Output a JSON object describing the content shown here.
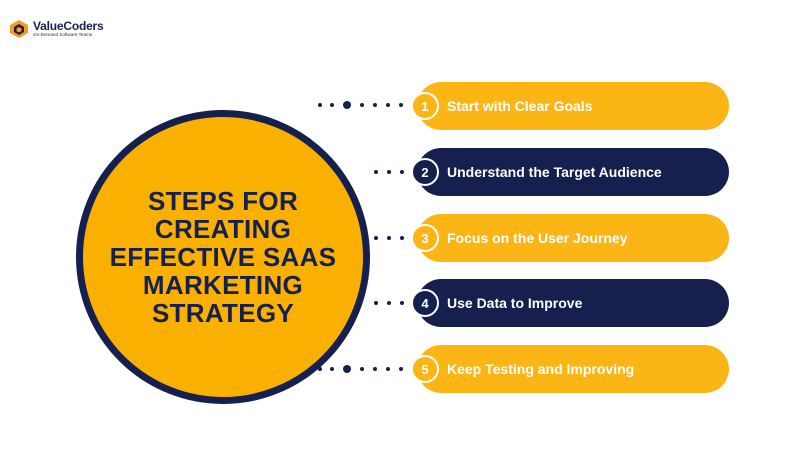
{
  "logo": {
    "name": "ValueCoders",
    "tagline": "On-Demand Software Teams",
    "colors": {
      "orange": "#f39c1f",
      "navy": "#1a2150"
    }
  },
  "main": {
    "title": "STEPS FOR CREATING EFFECTIVE SAAS MARKETING STRATEGY"
  },
  "steps": [
    {
      "number": "1",
      "label": "Start with Clear Goals",
      "style": "yellow"
    },
    {
      "number": "2",
      "label": "Understand the Target Audience",
      "style": "navy"
    },
    {
      "number": "3",
      "label": "Focus on the User Journey",
      "style": "yellow"
    },
    {
      "number": "4",
      "label": "Use Data to Improve",
      "style": "navy"
    },
    {
      "number": "5",
      "label": "Keep Testing and Improving",
      "style": "yellow"
    }
  ],
  "colors": {
    "yellow": "#fbb616",
    "navy": "#16204f",
    "text_on_pill": "#ffffff"
  }
}
